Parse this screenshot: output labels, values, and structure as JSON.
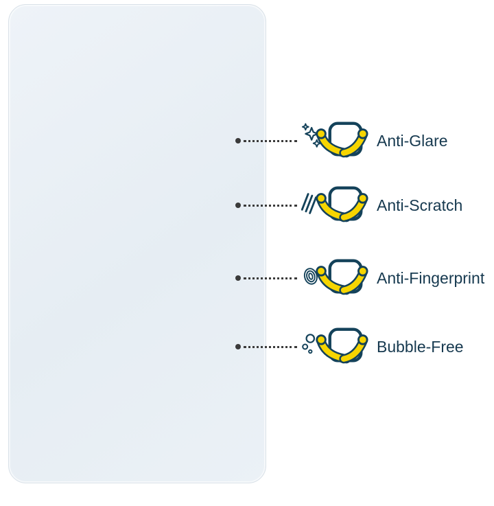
{
  "page": {
    "background": "#ffffff"
  },
  "protector": {
    "color": "#e9eff5",
    "border_color": "#d9e1e8"
  },
  "colors": {
    "icon_navy": "#14425a",
    "icon_yellow": "#f6d500",
    "leader_line": "#3a3a3a",
    "label_text": "#16394f"
  },
  "features": [
    {
      "label": "Anti-Glare",
      "icon": "anti-glare-icon"
    },
    {
      "label": "Anti-Scratch",
      "icon": "anti-scratch-icon"
    },
    {
      "label": "Anti-Fingerprint",
      "icon": "anti-fingerprint-icon"
    },
    {
      "label": "Bubble-Free",
      "icon": "bubble-free-icon"
    }
  ]
}
